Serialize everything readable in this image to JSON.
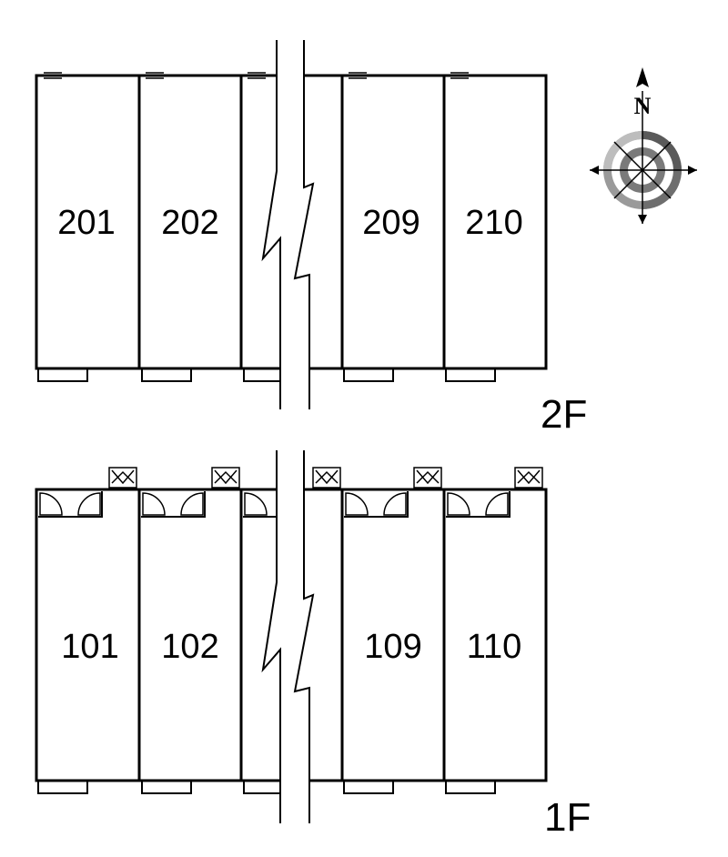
{
  "compass": {
    "label": "N"
  },
  "floors": [
    {
      "label": "2F",
      "units": [
        "201",
        "202",
        "",
        "209",
        "210"
      ]
    },
    {
      "label": "1F",
      "units": [
        "101",
        "102",
        "",
        "109",
        "110"
      ]
    }
  ]
}
